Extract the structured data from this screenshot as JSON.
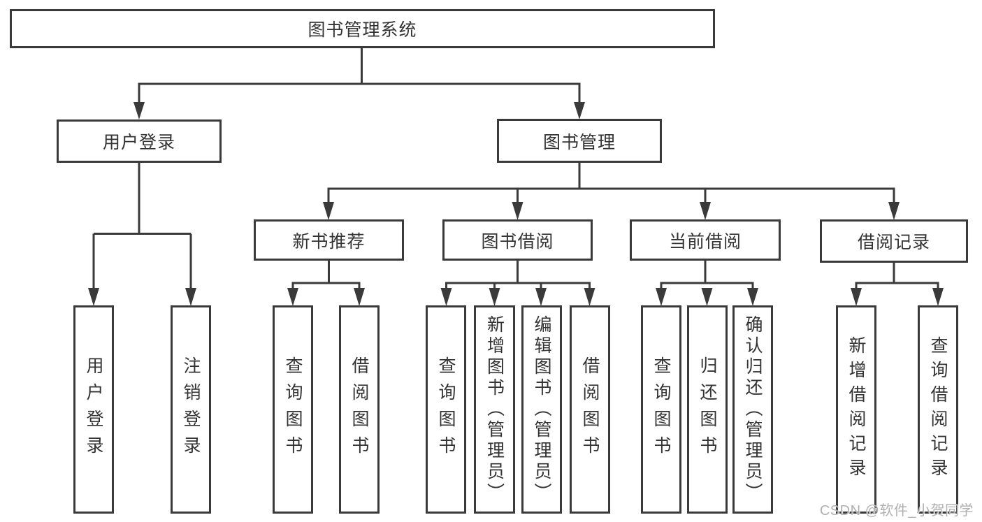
{
  "diagram": {
    "title": "图书管理系统",
    "level2": [
      {
        "label": "用户登录"
      },
      {
        "label": "图书管理"
      }
    ],
    "level3": [
      {
        "label": "新书推荐"
      },
      {
        "label": "图书借阅"
      },
      {
        "label": "当前借阅"
      },
      {
        "label": "借阅记录"
      }
    ],
    "leaves": {
      "user_login": [
        "用户登录",
        "注销登录"
      ],
      "new_book_recommend": [
        "查询图书",
        "借阅图书"
      ],
      "book_borrow": [
        "查询图书",
        "新增图书（管理员）",
        "编辑图书（管理员）",
        "借阅图书"
      ],
      "current_borrow": [
        "查询图书",
        "归还图书",
        "确认归还（管理员）"
      ],
      "borrow_records": [
        "新增借阅记录",
        "查询借阅记录"
      ]
    }
  },
  "watermark": "CSDN @软件_小贺同学",
  "colors": {
    "line": "#3a3a3a",
    "text": "#333333",
    "watermark": "#b0b0b0",
    "background": "#ffffff"
  }
}
